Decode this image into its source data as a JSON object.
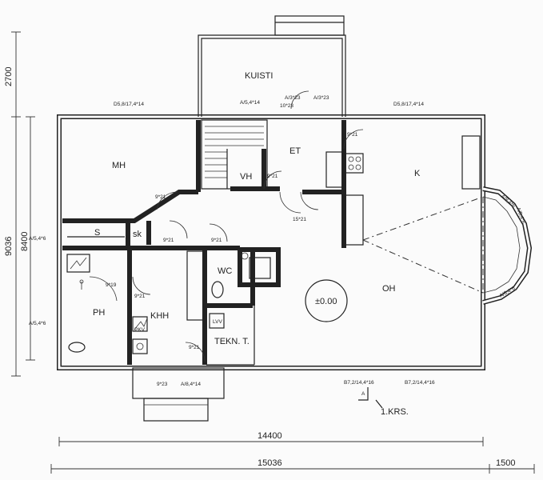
{
  "rooms": {
    "kuisti": "KUISTI",
    "mh": "MH",
    "et": "ET",
    "vh": "VH",
    "k": "K",
    "s": "S",
    "sk": "sk",
    "wc": "WC",
    "ph": "PH",
    "khh": "KHH",
    "oh": "OH",
    "tekn": "TEKN. T."
  },
  "floor_level": "±0.00",
  "floor_label": "1.KRS.",
  "section_mark": "A",
  "windows": {
    "w_mh": "D5,8/17,4*14",
    "w_k": "D5,8/17,4*14",
    "w_kuisti_l": "A/5,4*14",
    "w_kuisti_r": "A/3*23",
    "w_kuisti_r2": "A/3*23",
    "w_entry": "10*23",
    "w_left1": "A/5,4*6",
    "w_left2": "A/5,4*6",
    "w_bottom1": "B7,2/14,4*16",
    "w_bottom2": "B7,2/14,4*16",
    "w_bottom_entry": "A/8,4*14",
    "w_bay1": "A/8,4*6",
    "w_bay2": "A/8,4*6",
    "w_bay3": "A/8,4*6"
  },
  "doors": {
    "d_mh": "9*21",
    "d_vh": "9*21",
    "d_et": "15*21",
    "d_k": "9*21",
    "d_sk": "9*21",
    "d_hall": "9*21",
    "d_ph": "9*19",
    "d_khh": "9*21",
    "d_tekn": "9*21",
    "d_entry": "9*23"
  },
  "fixtures": {
    "lvv": "LVV",
    "pkv": "PKV"
  },
  "dimensions": {
    "left_top": "2700",
    "left_mid": "8400",
    "left_total": "9036",
    "bottom_inner": "14400",
    "bottom_total": "15036",
    "bottom_extra": "1500"
  }
}
